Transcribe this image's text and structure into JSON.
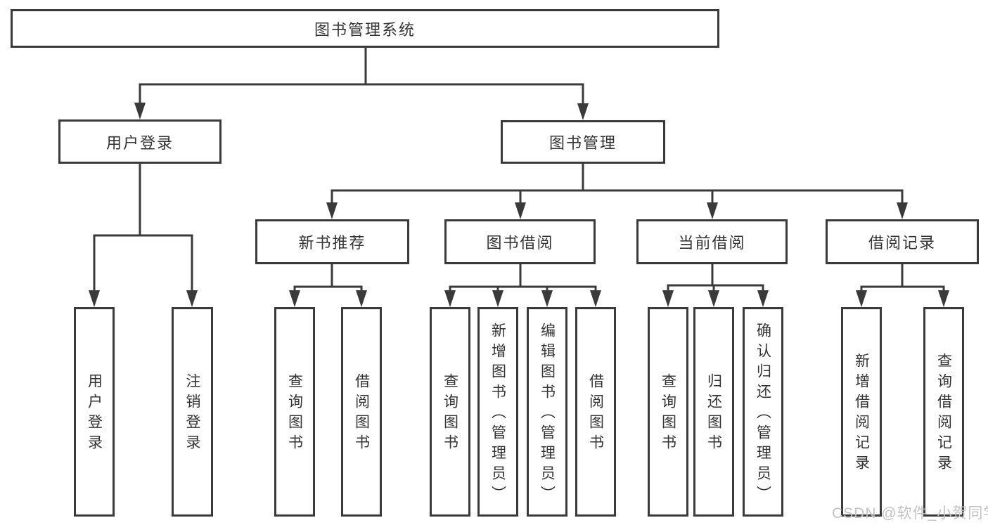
{
  "nodes": {
    "root": "图书管理系统",
    "user_login": "用户登录",
    "book_mgmt": "图书管理",
    "new_books": "新书推荐",
    "book_borrow": "图书借阅",
    "current_borrow": "当前借阅",
    "borrow_records": "借阅记录",
    "leaves_user_login": [
      "用户登录",
      "注销登录"
    ],
    "leaves_new_books": [
      "查询图书",
      "借阅图书"
    ],
    "leaves_book_borrow": [
      "查询图书",
      "新增图书（管理员）",
      "编辑图书（管理员）",
      "借阅图书"
    ],
    "leaves_current_borrow": [
      "查询图书",
      "归还图书",
      "确认归还（管理员）"
    ],
    "leaves_borrow_records": [
      "新增借阅记录",
      "查询借阅记录"
    ]
  },
  "watermark": "CSDN @软件_小贺同学",
  "colors": {
    "line": "#3a3a3a",
    "text": "#333333",
    "box_background": "#ffffff",
    "watermark": "#c3c3c3"
  }
}
